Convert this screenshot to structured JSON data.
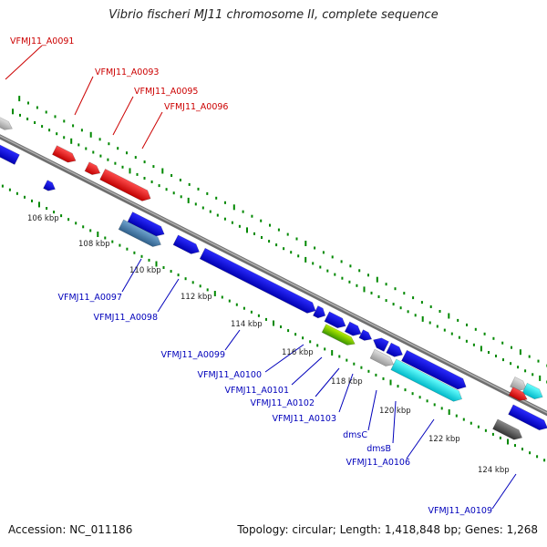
{
  "title": "Vibrio fischeri MJ11 chromosome II, complete sequence",
  "footer": {
    "accession": "Accession: NC_011186",
    "summary": "Topology: circular; Length: 1,418,848 bp; Genes: 1,268"
  },
  "colors": {
    "forward_label": "#cc0000",
    "reverse_label": "#0000bb",
    "red_gene": "#ff0000",
    "blue_gene": "#0000ff",
    "steel_gene": "#4682b4",
    "lime_gene": "#66cc00",
    "cyan_gene": "#00ffff",
    "gray_gene": "#bbbbbb",
    "dark_gray_gene": "#555555",
    "backbone": "#888888",
    "tick_dots": "#008800"
  },
  "kbp_ticks": [
    "106 kbp",
    "108 kbp",
    "110 kbp",
    "112 kbp",
    "114 kbp",
    "116 kbp",
    "118 kbp",
    "120 kbp",
    "122 kbp",
    "124 kbp"
  ],
  "forward_labels": [
    "VFMJ11_A0091",
    "VFMJ11_A0093",
    "VFMJ11_A0095",
    "VFMJ11_A0096"
  ],
  "reverse_labels": [
    "VFMJ11_A0097",
    "VFMJ11_A0098",
    "VFMJ11_A0099",
    "VFMJ11_A0100",
    "VFMJ11_A0101",
    "VFMJ11_A0102",
    "VFMJ11_A0103",
    "dmsC",
    "dmsB",
    "VFMJ11_A0106",
    "VFMJ11_A0109"
  ]
}
